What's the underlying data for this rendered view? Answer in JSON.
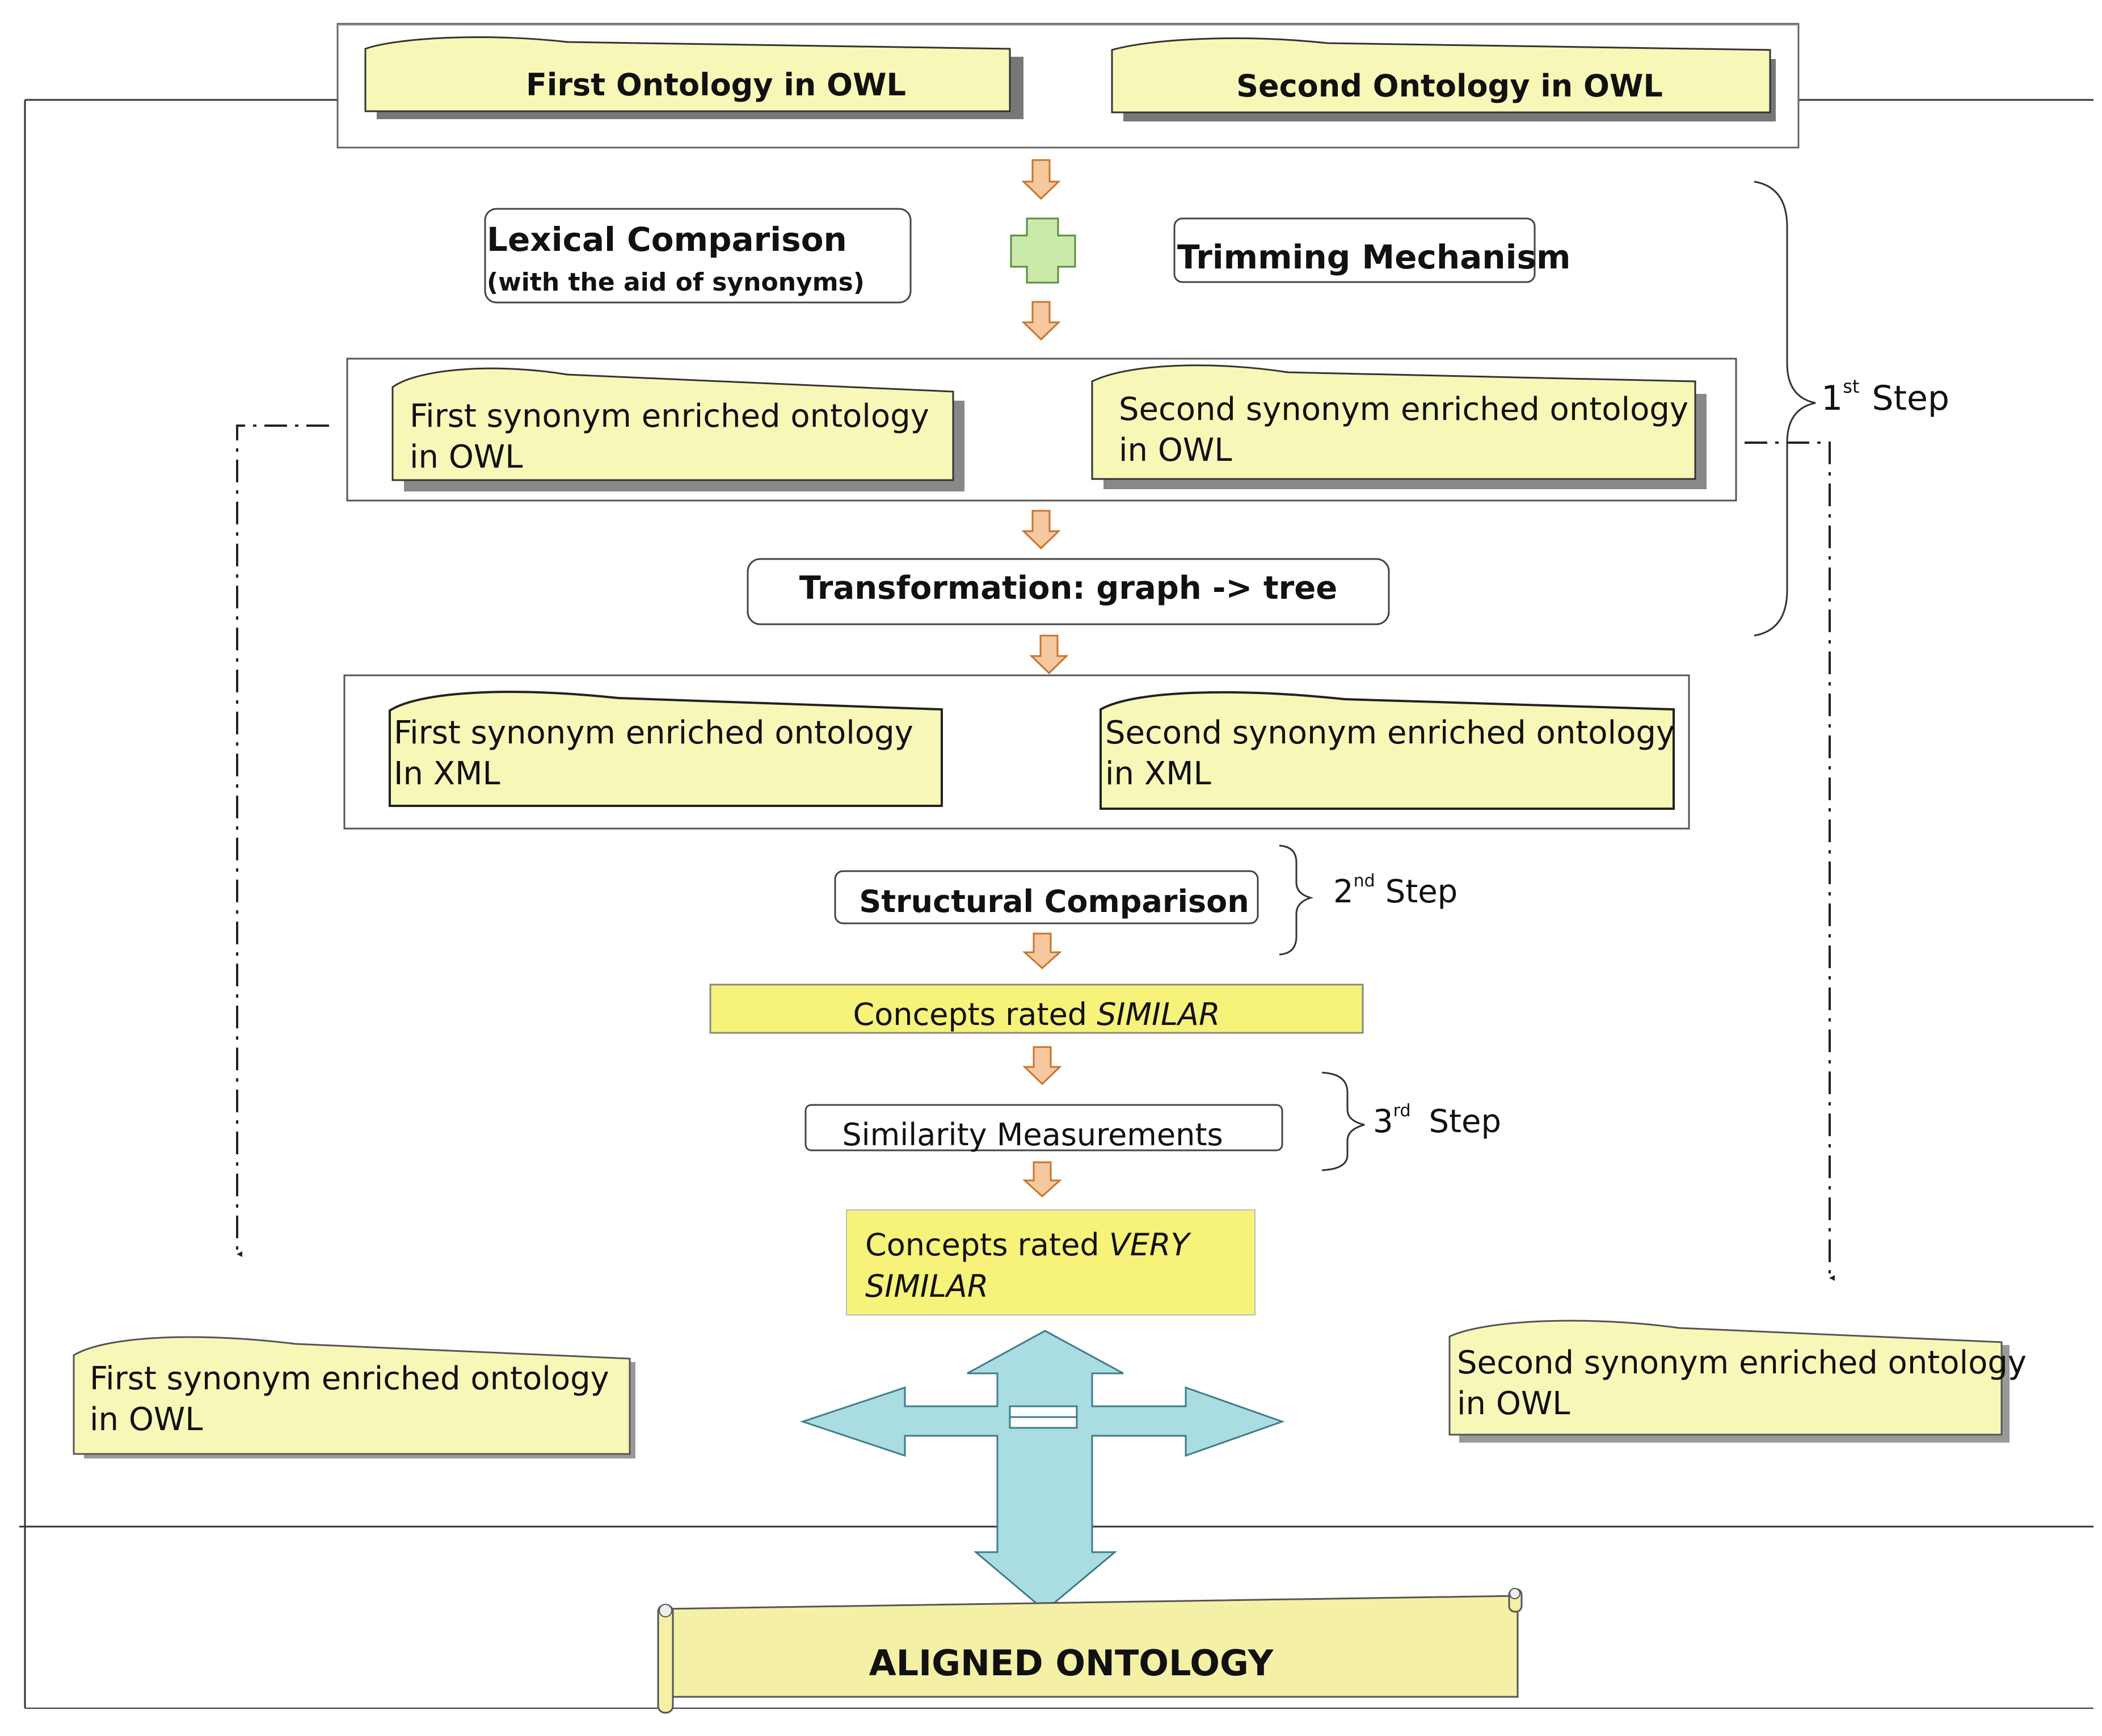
{
  "ontologies_in": {
    "first": "First Ontology in OWL",
    "second": "Second Ontology in OWL"
  },
  "step1": {
    "lexical_title": "Lexical Comparison",
    "lexical_sub": "(with the aid of synonyms)",
    "trimming": "Trimming Mechanism",
    "first_owl_l1": "First synonym enriched ontology",
    "first_owl_l2": "in OWL",
    "second_owl_l1": "Second synonym enriched ontology",
    "second_owl_l2": "in OWL",
    "transformation": "Transformation: graph -> tree",
    "label_num": "1",
    "label_sup": "st",
    "label_word": "Step"
  },
  "xml": {
    "first_l1": "First synonym enriched ontology",
    "first_l2": "In XML",
    "second_l1": "Second synonym enriched ontology",
    "second_l2": "in XML"
  },
  "step2": {
    "structural": "Structural Comparison",
    "label_num": "2",
    "label_sup": "nd",
    "label_word": "Step"
  },
  "similar": {
    "prefix": "Concepts rated ",
    "emph": "SIMILAR"
  },
  "step3": {
    "similarity": "Similarity Measurements",
    "label_num": "3",
    "label_sup": "rd",
    "label_word": "Step"
  },
  "very_similar": {
    "prefix": "Concepts rated ",
    "emph1": "VERY",
    "emph2": "SIMILAR"
  },
  "bottom": {
    "first_l1": "First synonym enriched ontology",
    "first_l2": "in OWL",
    "second_l1": "Second synonym enriched ontology",
    "second_l2": "in OWL",
    "aligned": "ALIGNED ONTOLOGY"
  },
  "colors": {
    "note_fill": "#f7f7b8",
    "yellow_fill": "#f6f27a",
    "arrow_fill": "#f6c89f",
    "arrow_stroke": "#c8742e",
    "cross_fill": "#c9eaa9",
    "cross_stroke": "#5f8a45",
    "big_arrow_fill": "#a9dde1",
    "big_arrow_stroke": "#3f7c8a",
    "shadow": "#888888"
  }
}
